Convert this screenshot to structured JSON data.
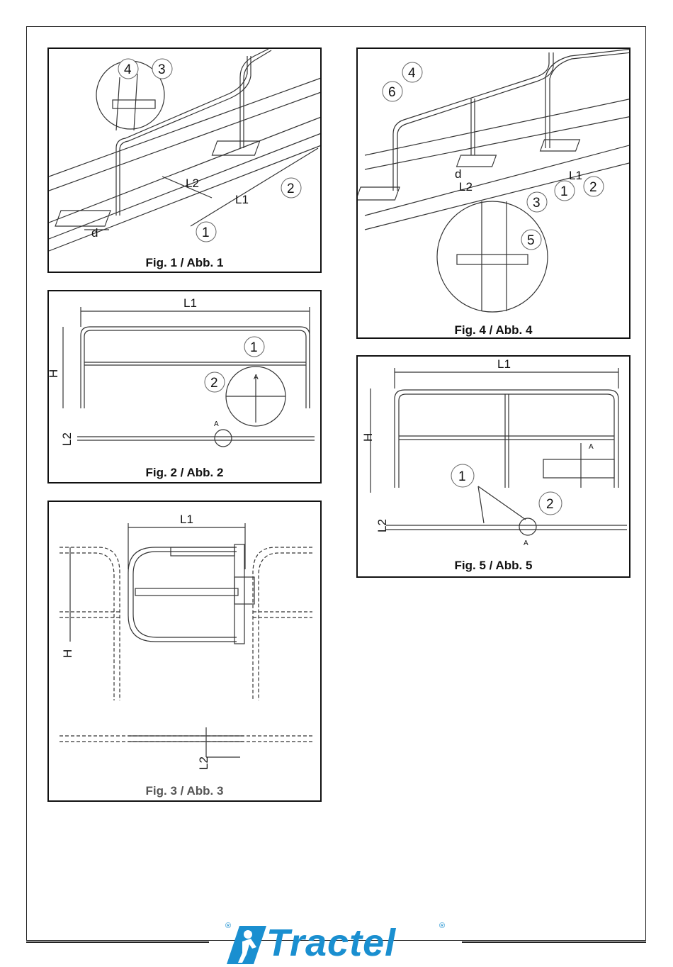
{
  "figures": {
    "fig1": {
      "caption": "Fig. 1 / Abb. 1",
      "callouts": [
        "4",
        "3",
        "2",
        "1"
      ],
      "dims": [
        "L2",
        "L1",
        "d"
      ]
    },
    "fig2": {
      "caption": "Fig. 2 / Abb. 2",
      "callouts": [
        "1",
        "2"
      ],
      "dims": [
        "L1",
        "H",
        "L2"
      ],
      "detail_label": "A"
    },
    "fig3": {
      "caption": "Fig. 3 / Abb. 3",
      "dims": [
        "L1",
        "H",
        "L2"
      ]
    },
    "fig4": {
      "caption": "Fig. 4 / Abb. 4",
      "callouts": [
        "4",
        "6",
        "3",
        "1",
        "2",
        "5"
      ],
      "dims": [
        "d",
        "L2",
        "L1"
      ]
    },
    "fig5": {
      "caption": "Fig. 5 / Abb. 5",
      "callouts": [
        "1",
        "2"
      ],
      "dims": [
        "L1",
        "H",
        "L2"
      ],
      "detail_label": "A"
    }
  },
  "brand": {
    "name": "Tractel",
    "registered": "®",
    "color": "#1a8fd0"
  }
}
